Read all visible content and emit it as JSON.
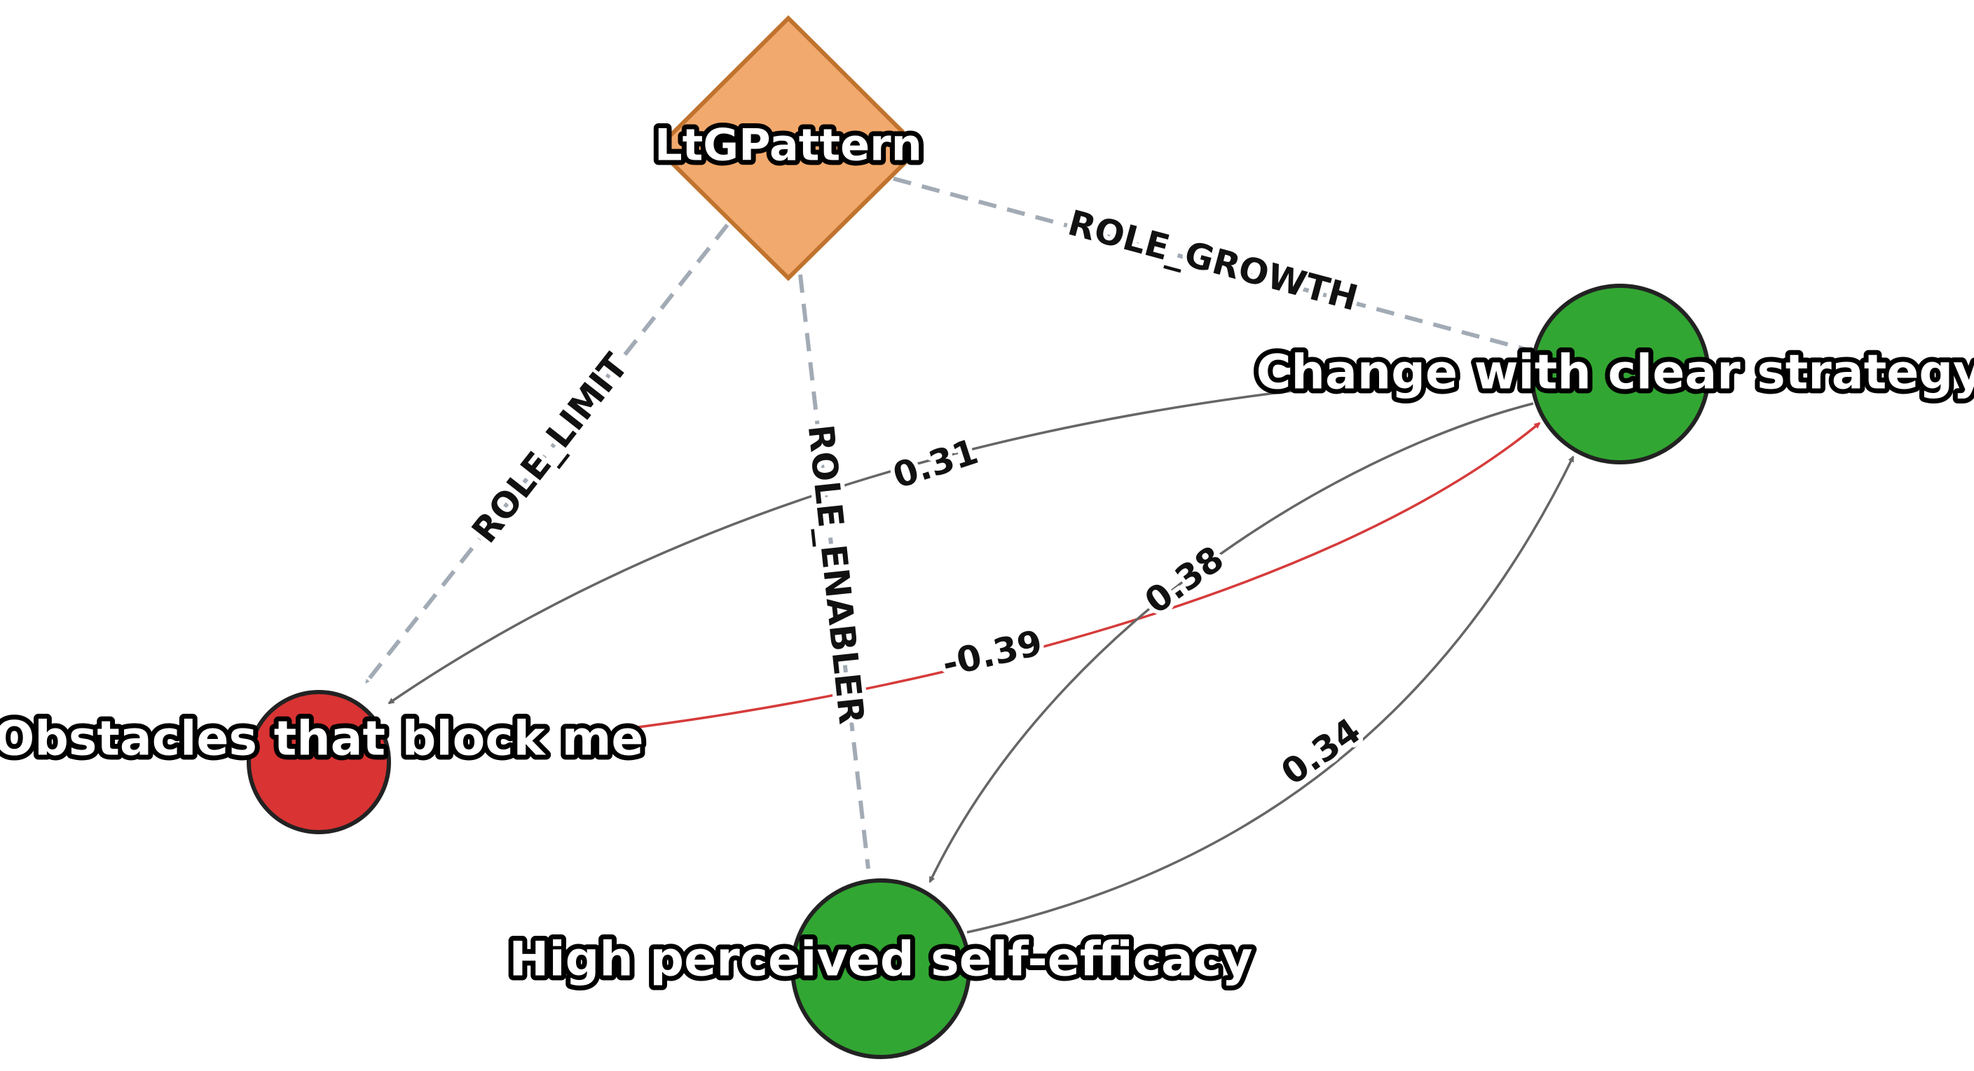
{
  "colors": {
    "pattern_fill": "#f2a96d",
    "pattern_stroke": "#c0732e",
    "positive_node": "#32a632",
    "negative_node": "#d93333",
    "node_stroke": "#222222",
    "role_edge": "#a2abb5",
    "positive_edge": "#666666",
    "negative_edge": "#d63b3b"
  },
  "nodes": {
    "pattern": {
      "label": "LtGPattern",
      "shape": "diamond"
    },
    "strategy": {
      "label": "Change with clear strategy",
      "shape": "circle"
    },
    "obstacles": {
      "label": "Obstacles that block me",
      "shape": "circle"
    },
    "efficacy": {
      "label": "High perceived self-efficacy",
      "shape": "circle"
    }
  },
  "edges": {
    "role_growth": {
      "from": "LtGPattern",
      "to": "Change with clear strategy",
      "label": "ROLE_GROWTH",
      "style": "dashed"
    },
    "role_limit": {
      "from": "LtGPattern",
      "to": "Obstacles that block me",
      "label": "ROLE_LIMIT",
      "style": "dashed"
    },
    "role_enabler": {
      "from": "LtGPattern",
      "to": "High perceived self-efficacy",
      "label": "ROLE_ENABLER",
      "style": "dashed"
    },
    "strategy_obstacles": {
      "from": "Change with clear strategy",
      "to": "Obstacles that block me",
      "label": "0.31"
    },
    "obstacles_strategy": {
      "from": "Obstacles that block me",
      "to": "Change with clear strategy",
      "label": "-0.39"
    },
    "strategy_efficacy": {
      "from": "Change with clear strategy",
      "to": "High perceived self-efficacy",
      "label": "0.38"
    },
    "efficacy_strategy": {
      "from": "High perceived self-efficacy",
      "to": "Change with clear strategy",
      "label": "0.34"
    }
  }
}
